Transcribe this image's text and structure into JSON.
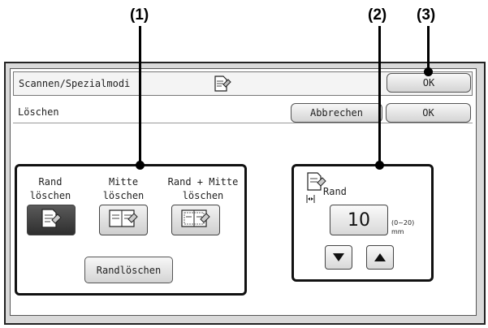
{
  "callouts": [
    "(1)",
    "(2)",
    "(3)"
  ],
  "titlebar": {
    "title": "Scannen/Spezialmodi",
    "ok_label": "OK",
    "icon": "document-erase-icon"
  },
  "subbar": {
    "label": "Löschen",
    "cancel_label": "Abbrechen",
    "ok_label": "OK"
  },
  "erase_mode": {
    "options": [
      {
        "label_line1": "Rand",
        "label_line2": "löschen",
        "icon": "edge-erase-icon",
        "selected": true
      },
      {
        "label_line1": "Mitte",
        "label_line2": "löschen",
        "icon": "center-erase-icon",
        "selected": false
      },
      {
        "label_line1": "Rand + Mitte",
        "label_line2": "löschen",
        "icon": "edge-center-erase-icon",
        "selected": false
      }
    ],
    "edge_erase_button": "Randlöschen"
  },
  "width_setting": {
    "label": "Rand",
    "value": "10",
    "range": "(0~20)",
    "unit": "mm",
    "icon": "edge-width-icon",
    "decrease_icon": "triangle-down-icon",
    "increase_icon": "triangle-up-icon"
  },
  "colors": {
    "selected": "#3a3a3a",
    "frame": "#111111"
  }
}
